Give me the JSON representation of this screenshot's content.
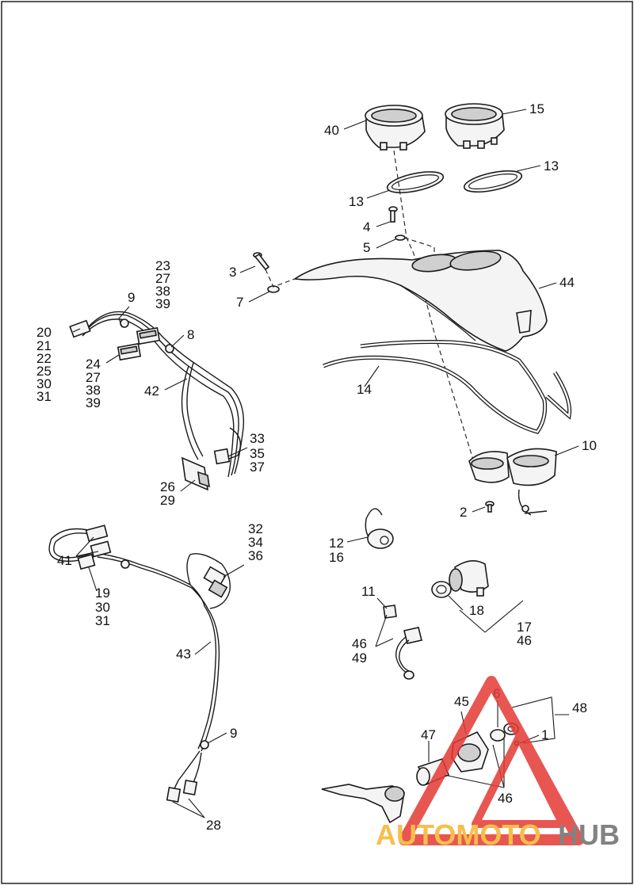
{
  "callouts": {
    "c40": "40",
    "c15": "15",
    "c13a": "13",
    "c13b": "13",
    "c4": "4",
    "c5": "5",
    "c3": "3",
    "c7": "7",
    "c44": "44",
    "c14": "14",
    "c10": "10",
    "c2": "2",
    "c23": "23",
    "c27a": "27",
    "c38a": "38",
    "c39a": "39",
    "c9a": "9",
    "c8": "8",
    "c20": "20",
    "c21": "21",
    "c22": "22",
    "c25": "25",
    "c30a": "30",
    "c31a": "31",
    "c24": "24",
    "c27b": "27",
    "c38b": "38",
    "c39b": "39",
    "c42": "42",
    "c33": "33",
    "c35": "35",
    "c37": "37",
    "c26": "26",
    "c29": "29",
    "c32": "32",
    "c34": "34",
    "c36": "36",
    "c41": "41",
    "c19": "19",
    "c30b": "30",
    "c31b": "31",
    "c43": "43",
    "c9b": "9",
    "c28": "28",
    "c12": "12",
    "c16": "16",
    "c11": "11",
    "c46a": "46",
    "c49": "49",
    "c18": "18",
    "c17": "17",
    "c46b": "46",
    "c45": "45",
    "c6": "6",
    "c48": "48",
    "c1": "1",
    "c47": "47",
    "c46c": "46"
  },
  "watermark": {
    "brand_part1": "AUTOMOTO",
    "brand_part2": "HUB",
    "color_red": "#e53935",
    "color_orange": "#f7b32b",
    "color_gray": "#6d6d6d"
  }
}
